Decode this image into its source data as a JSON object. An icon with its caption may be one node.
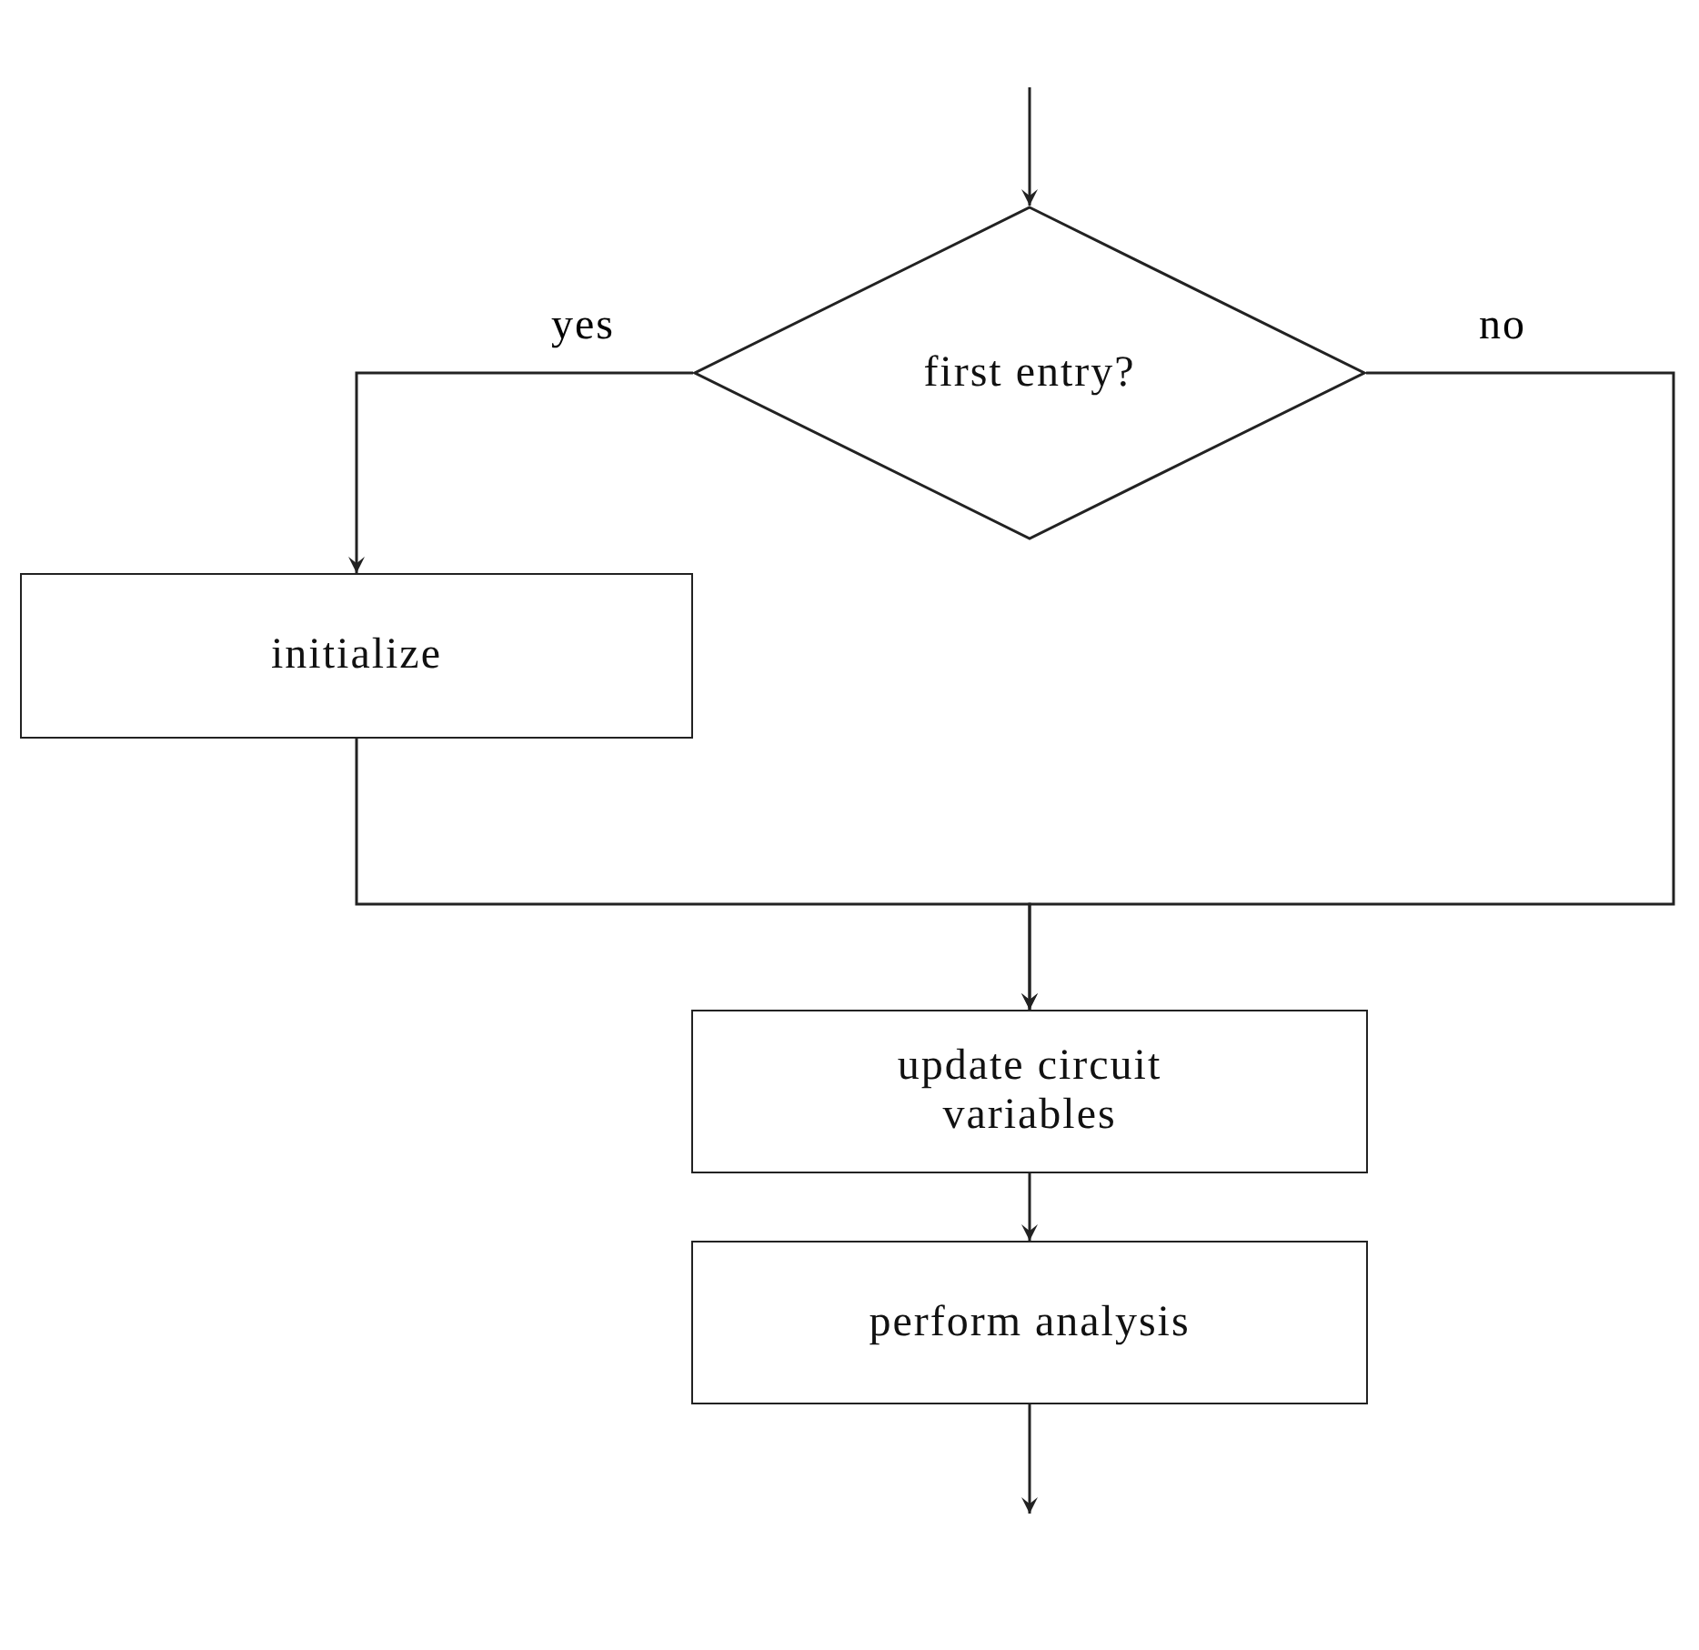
{
  "diagram": {
    "nodes": [
      {
        "text": [
          "first entry?"
        ]
      },
      {
        "text": [
          "initialize"
        ]
      },
      {
        "text": [
          "update circuit variables"
        ]
      },
      {
        "text": [
          "perform analysis"
        ]
      }
    ],
    "edges": [
      {
        "from": null,
        "to": 0,
        "arrow": "to"
      },
      {
        "from": 0,
        "to": 1,
        "arrow": "to",
        "label": "yes"
      },
      {
        "from": 0,
        "to": 2,
        "arrow": "to",
        "label": "no"
      },
      {
        "from": 1,
        "to": 2,
        "arrow": "to"
      },
      {
        "from": 2,
        "to": 3,
        "arrow": "to"
      },
      {
        "from": 3,
        "to": null,
        "arrow": "to"
      }
    ]
  }
}
